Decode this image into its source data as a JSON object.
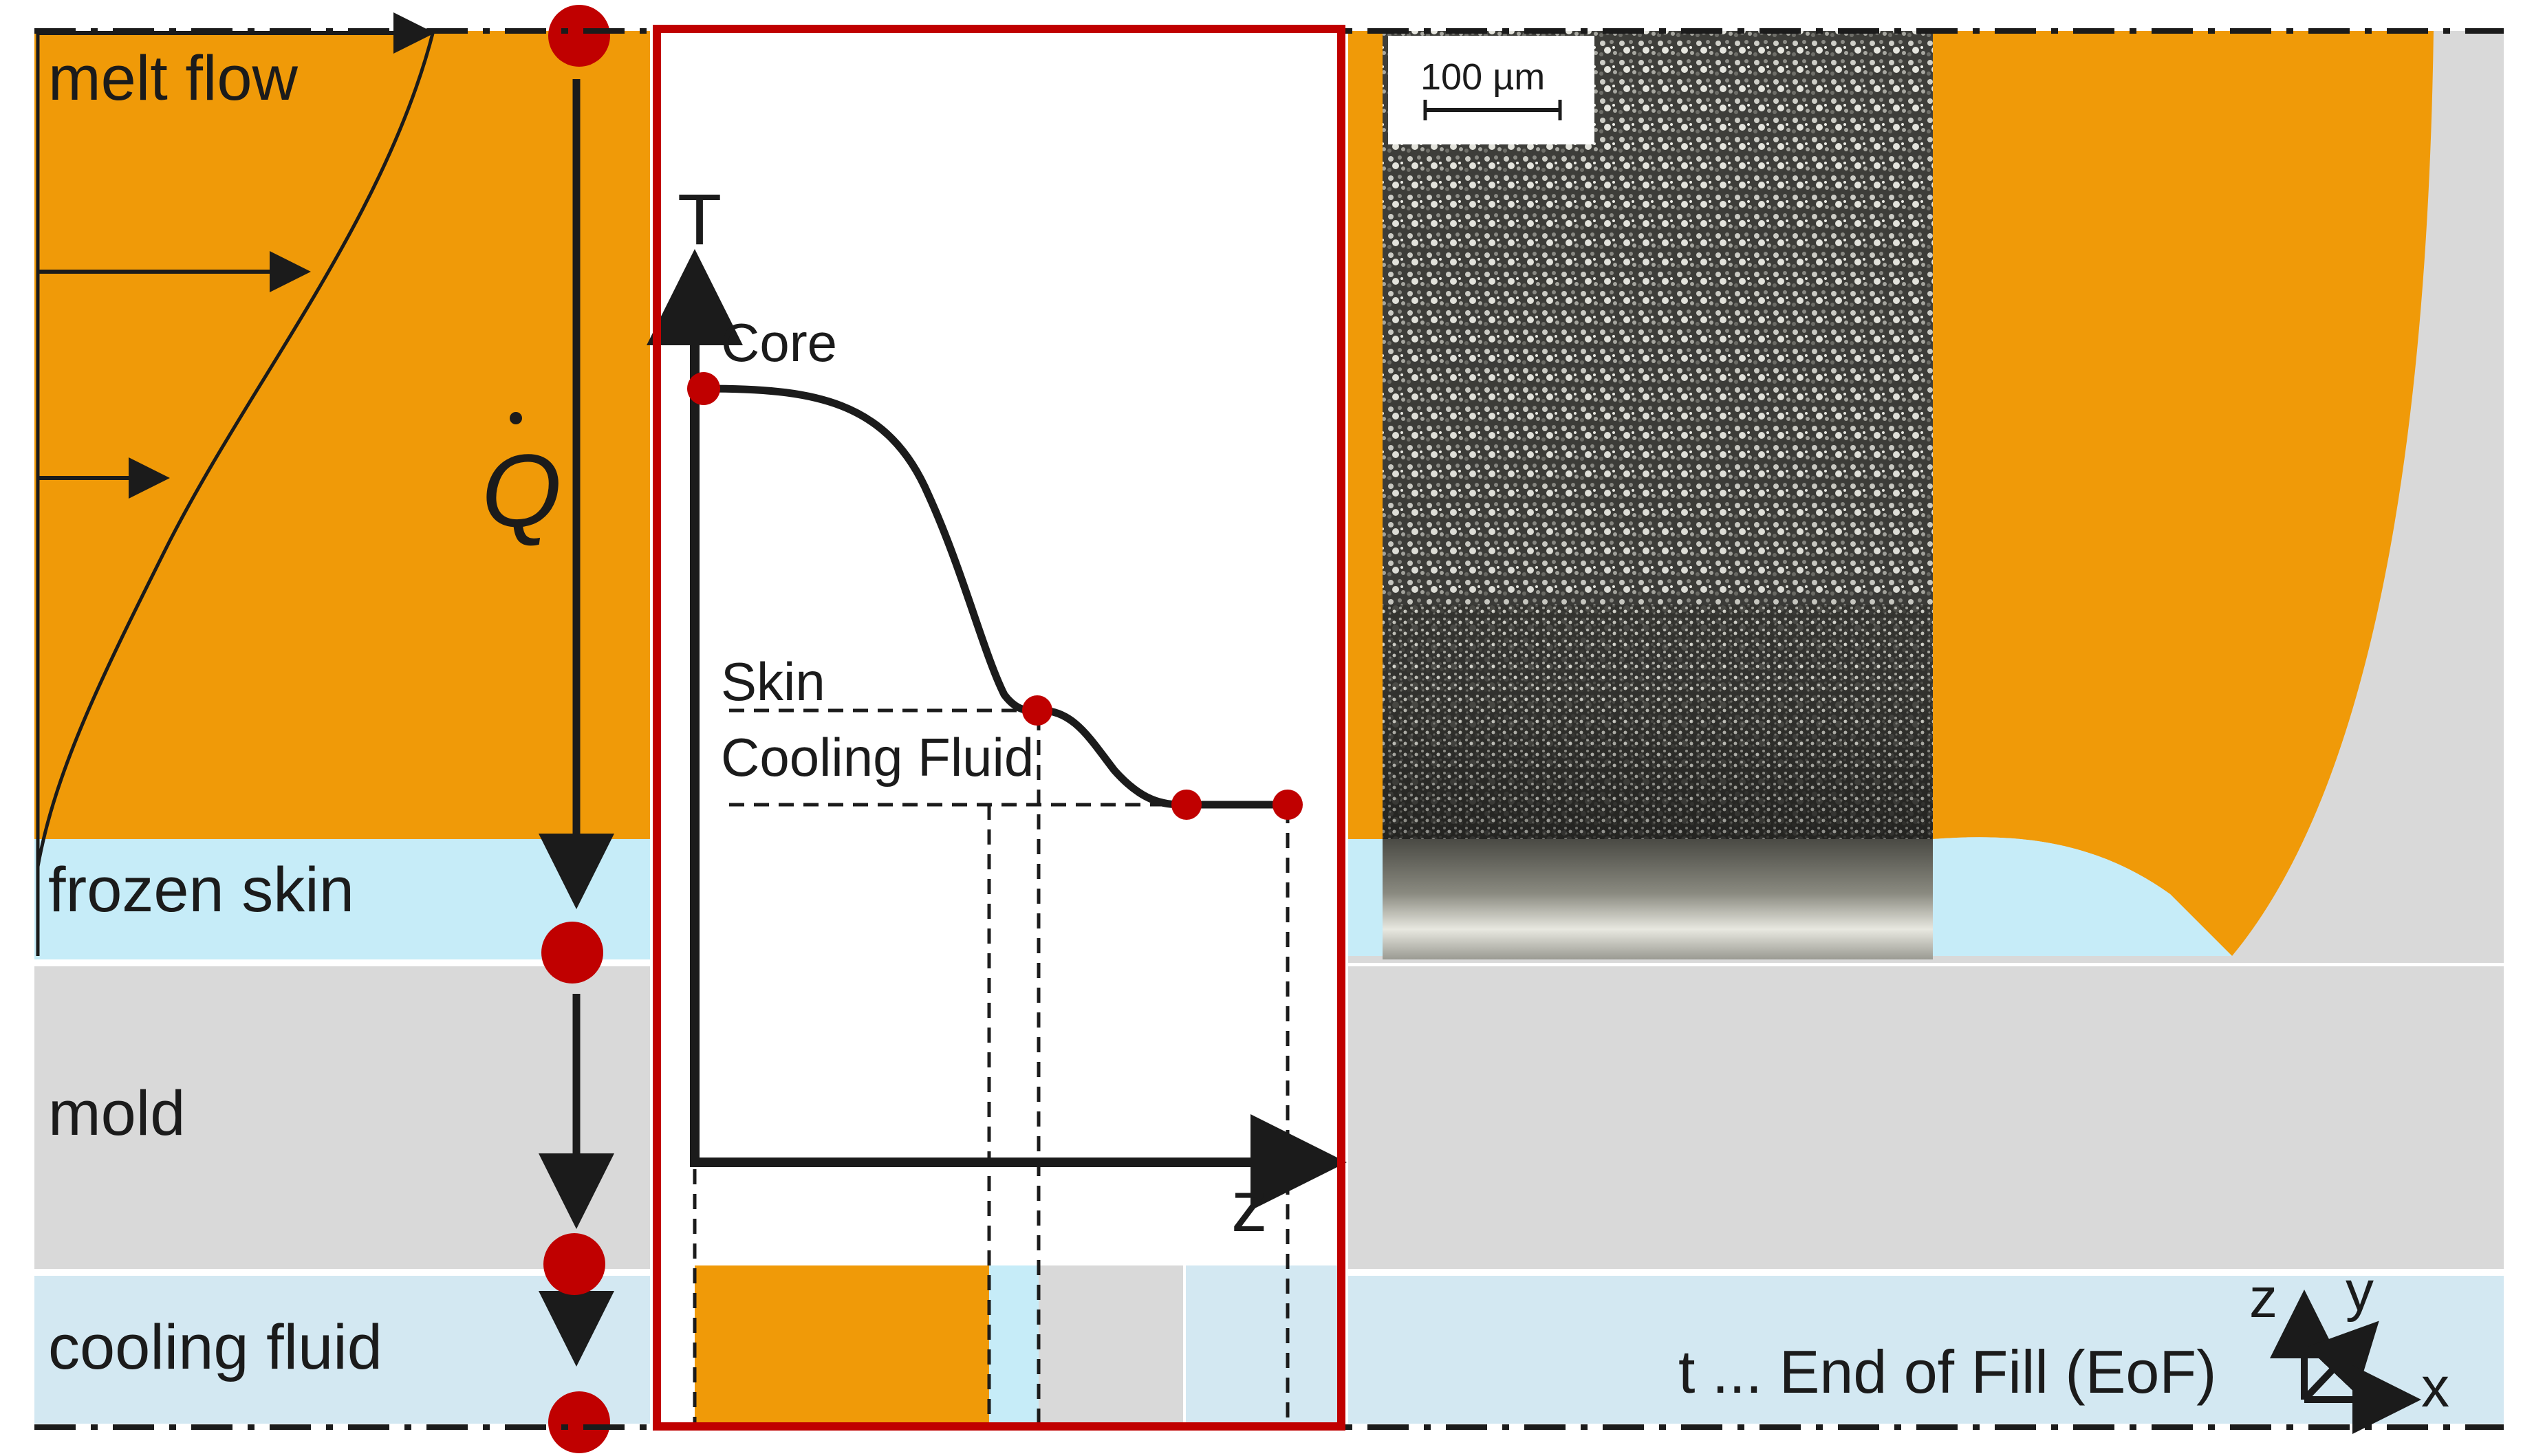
{
  "layers": {
    "melt_flow": "melt flow",
    "frozen_skin": "frozen skin",
    "mold": "mold",
    "cooling_fluid": "cooling fluid"
  },
  "heat_flux_symbol": "Q",
  "plot": {
    "y_axis_label": "T",
    "x_axis_label": "z",
    "core_label": "Core",
    "skin_label": "Skin",
    "cooling_fluid_label": "Cooling Fluid"
  },
  "scale_bar_text": "100 µm",
  "eof_text": "t ... End of Fill (EoF)",
  "axes_triad": {
    "z": "z",
    "y": "y",
    "x": "x"
  },
  "colors": {
    "melt": "#F09A08",
    "frozen_skin": "#C6ECF8",
    "mold": "#D9D9D9",
    "cooling_fluid": "#D3E8F2",
    "highlight_frame": "#C00000",
    "marker": "#C00000",
    "line": "#1b1b1b"
  }
}
